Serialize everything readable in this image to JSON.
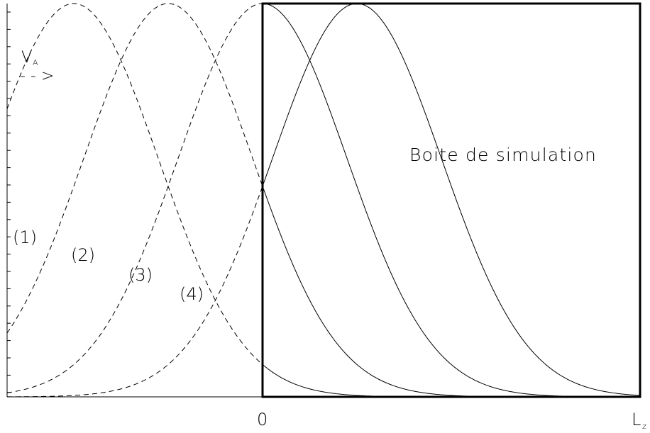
{
  "diagram": {
    "box_label": "Boite de simulation",
    "velocity": {
      "symbol": "V",
      "subscript": "A",
      "arrow": "- - >"
    },
    "axis": {
      "origin_label": "0",
      "end_label": "L",
      "end_subscript": "z"
    },
    "pulse_labels": [
      "(1)",
      "(2)",
      "(3)",
      "(4)"
    ],
    "pulses": [
      {
        "label": "(1)",
        "crest": -1.0,
        "width": 0.6
      },
      {
        "label": "(2)",
        "crest": -0.5,
        "width": 0.6
      },
      {
        "label": "(3)",
        "crest": 0.0,
        "width": 0.6
      },
      {
        "label": "(4)",
        "crest": 0.5,
        "width": 0.6
      }
    ],
    "line_color": "#000000",
    "background": "#ffffff"
  }
}
